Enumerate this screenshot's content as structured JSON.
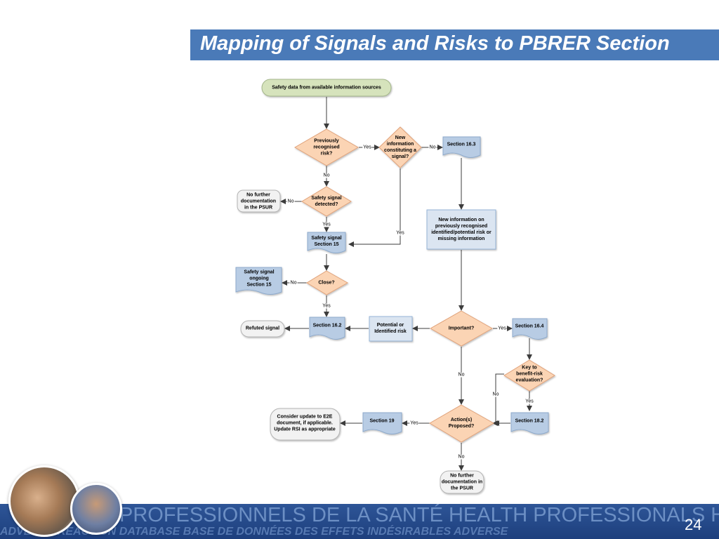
{
  "slide": {
    "title": "Mapping of Signals and Risks to  PBRER Section",
    "page_number": "24",
    "footer_line1": "PROFESSIONNELS DE LA SANTÉ HEALTH PROFESSIONALS HE",
    "footer_line2": "ADVERSE REACTION DATABASE  BASE DE DONNÉES DES EFFETS INDÉSIRABLES  ADVERSE"
  },
  "colors": {
    "title_bar": "#4a7ab8",
    "start_node": "#d6e3bc",
    "decision": "#fbd4b4",
    "document": "#b8cce4",
    "process": "#dbe5f1",
    "terminal": "#f2f2f2",
    "footer": "#2e5597"
  },
  "flowchart": {
    "start": "Safety data from available information sources",
    "decision_previously_recognised": "Previously recognised risk?",
    "decision_new_info": "New information constituting a signal?",
    "doc_section_16_3": "Section 16.3",
    "decision_signal_detected": "Safety signal detected?",
    "terminal_no_further_top": "No further documentation in the PSUR",
    "process_new_info": "New information on previously recognised identified/potential risk or missing information",
    "doc_safety_signal_15": "Safety signal Section 15",
    "doc_signal_ongoing": "Safety signal ongoing Section 15",
    "decision_close": "Close?",
    "terminal_refuted": "Refuted signal",
    "doc_section_16_2": "Section 16.2",
    "process_potential_risk": "Potential or Identified risk",
    "decision_important": "Important?",
    "doc_section_16_4": "Section 16.4",
    "decision_key_benefit": "Key to benefit-risk evaluation?",
    "terminal_consider_update": "Consider update to E2E document, if applicable. Update RSI as appropriate",
    "doc_section_19": "Section 19",
    "decision_actions": "Action(s) Proposed?",
    "doc_section_18_2": "Section 18.2",
    "terminal_no_further_bottom": "No further documentation in the PSUR",
    "edge_labels": {
      "yes": "Yes",
      "no": "No"
    }
  }
}
